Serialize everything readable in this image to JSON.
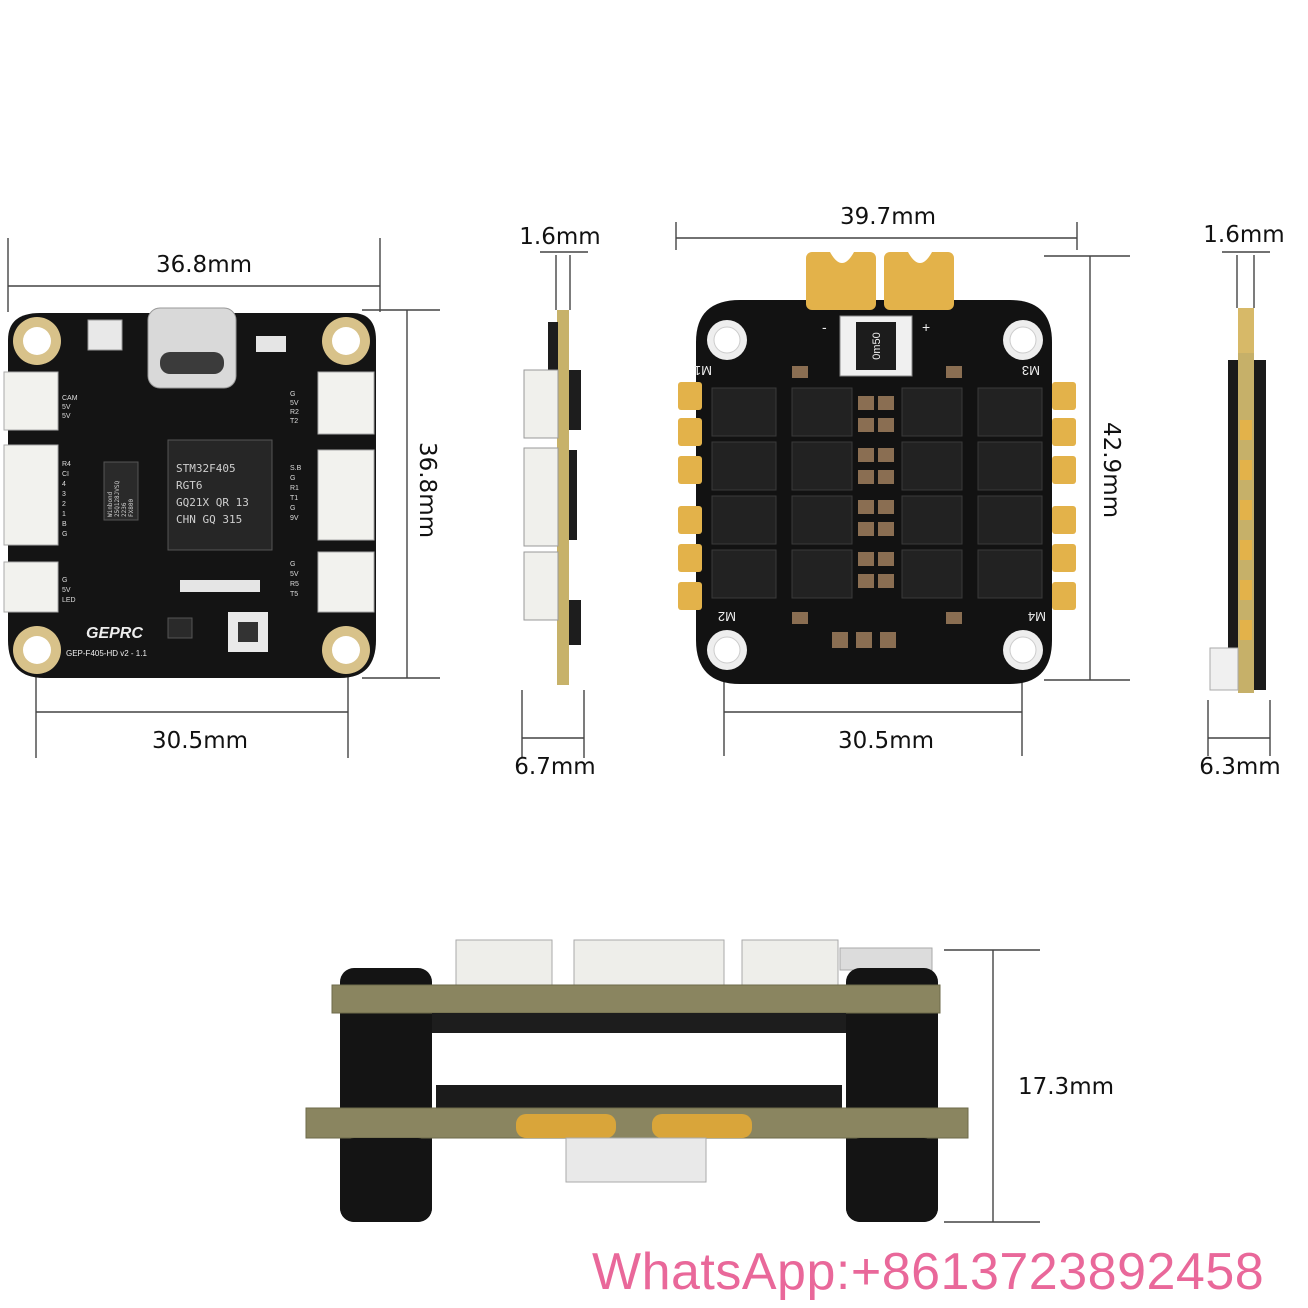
{
  "dimensions": {
    "fc_top_width": "36.8mm",
    "fc_height": "36.8mm",
    "fc_mount_spacing": "30.5mm",
    "fc_side_pcb": "1.6mm",
    "fc_side_height": "6.7mm",
    "esc_width": "39.7mm",
    "esc_height": "42.9mm",
    "esc_mount_spacing": "30.5mm",
    "esc_side_pcb": "1.6mm",
    "esc_side_height": "6.3mm",
    "stack_height": "17.3mm"
  },
  "fc_board": {
    "chip_lines": [
      "STM32F405",
      "RGT6",
      "GQ21X QR 13",
      "CHN GQ 315"
    ],
    "flash_lines": [
      "Winbond",
      "25Q128JVSQ",
      "2236",
      "FX800"
    ],
    "left_labels_top": [
      "CAM",
      "5V",
      "5V"
    ],
    "left_labels_mid": [
      "R4",
      "CI",
      "4",
      "3",
      "2",
      "1",
      "B",
      "G"
    ],
    "left_labels_bot": [
      "G",
      "5V",
      "LED"
    ],
    "right_labels_top": [
      "G",
      "5V",
      "R2",
      "T2"
    ],
    "right_labels_mid": [
      "S.B",
      "G",
      "R1",
      "T1",
      "G",
      "9V"
    ],
    "right_labels_bot": [
      "G",
      "5V",
      "R5",
      "T5"
    ],
    "logo": "GEPRC",
    "model": "GEP-F405-HD v2 - 1.1"
  },
  "esc_board": {
    "resistor": "0m50",
    "motor_labels": [
      "M1",
      "M3",
      "M2",
      "M4"
    ],
    "pad_marks": [
      "-",
      "+"
    ]
  },
  "watermark": "WhatsApp:+8613723892458"
}
